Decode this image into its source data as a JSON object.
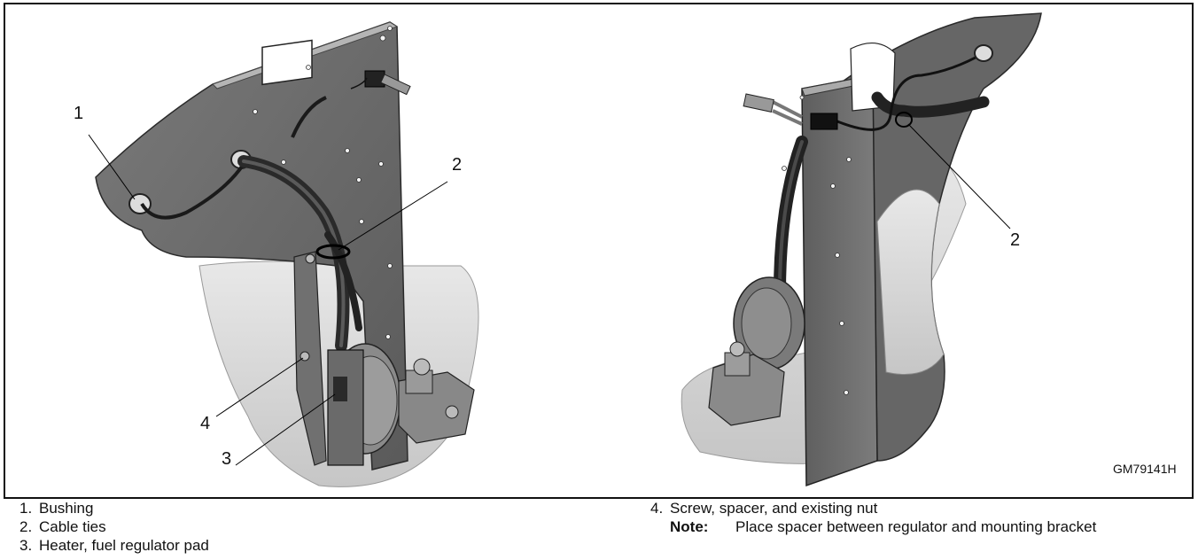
{
  "callouts_left": {
    "bushing": "1",
    "cable_ties": "2",
    "mounting_screw": "4",
    "heater_pad": "3"
  },
  "callouts_right": {
    "cable_ties": "2"
  },
  "figure_id": "GM79141H",
  "legend_left": [
    {
      "num": "1.",
      "text": "Bushing"
    },
    {
      "num": "2.",
      "text": "Cable ties"
    },
    {
      "num": "3.",
      "text": "Heater, fuel regulator pad"
    }
  ],
  "legend_right": {
    "item": {
      "num": "4.",
      "text": "Screw, spacer, and existing nut"
    },
    "note_label": "Note:",
    "note_text": "Place spacer between regulator and mounting bracket"
  }
}
